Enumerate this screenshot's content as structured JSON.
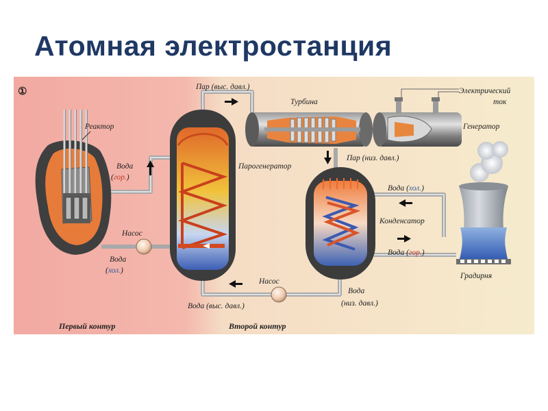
{
  "title": "Атомная электростанция",
  "diagram": {
    "figure_number": "①",
    "labels": {
      "reactor": "Реактор",
      "water_hot_1": "Вода",
      "water_hot_1_note": "гор.",
      "pump_1": "Насос",
      "water_cold_1": "Вода",
      "water_cold_1_note": "хол.",
      "steam_high": "Пар (выс. давл.)",
      "turbine": "Турбина",
      "electric_current": "Электрический",
      "electric_current_2": "ток",
      "generator": "Генератор",
      "steam_generator": "Парогенератор",
      "steam_low": "Пар (низ. давл.)",
      "water_cold_2": "Вода",
      "water_cold_2_note": "хол.",
      "condenser": "Конденсатор",
      "water_hot_2": "Вода",
      "water_hot_2_note": "гор.",
      "cooling_tower": "Градирня",
      "pump_2": "Насос",
      "water_high": "Вода (выс. давл.)",
      "water_low_1": "Вода",
      "water_low_2": "(низ. давл.)",
      "primary_loop": "Первый контур",
      "secondary_loop": "Второй контур"
    },
    "colors": {
      "primary_bg": "#f4b4ac",
      "secondary_bg": "#f5e7c8",
      "hot_orange": "#e8702a",
      "cold_blue": "#3b67b5",
      "pipe": "#b7b7b7"
    }
  }
}
